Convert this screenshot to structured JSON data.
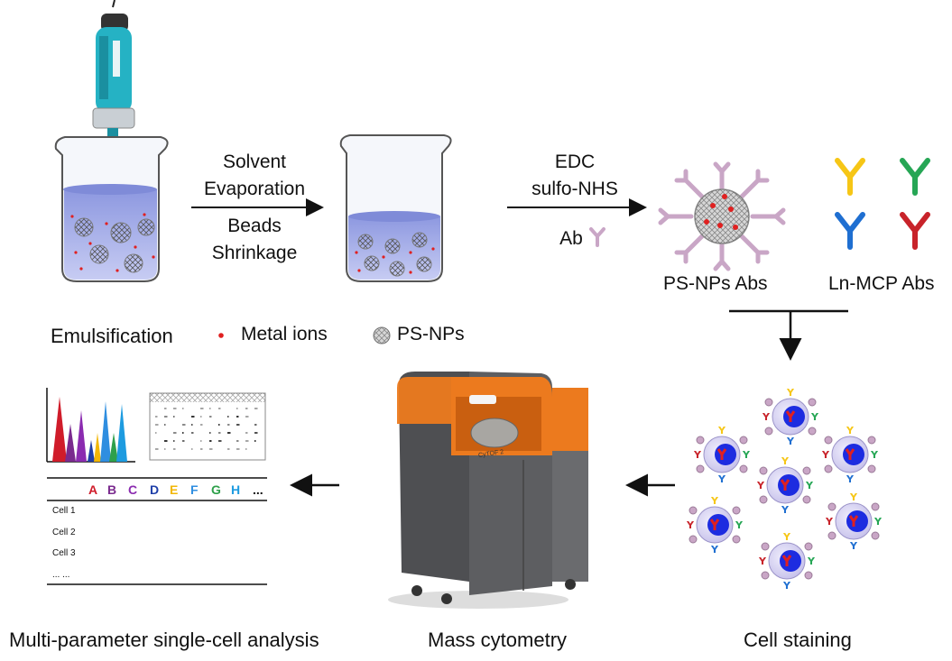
{
  "steps": {
    "evaporation": [
      "Solvent",
      "Evaporation"
    ],
    "shrinkage": [
      "Beads",
      "Shrinkage"
    ],
    "conjugation": [
      "EDC",
      "sulfo-NHS"
    ],
    "ab": "Ab"
  },
  "legend": {
    "emulsification": "Emulsification",
    "metal_ions": "Metal ions",
    "ps_nps": "PS-NPs"
  },
  "products": {
    "ps_nps_abs": "PS-NPs Abs",
    "ln_mcp_abs": "Ln-MCP Abs"
  },
  "stages": {
    "analysis": "Multi-parameter single-cell analysis",
    "mass_cytometry": "Mass cytometry",
    "cell_staining": "Cell staining"
  },
  "instrument_label": "CyTOF 2",
  "table": {
    "columns": [
      "A",
      "B",
      "C",
      "D",
      "E",
      "F",
      "G",
      "H",
      "..."
    ],
    "column_colors": [
      "#d01c2a",
      "#7a2a8e",
      "#8b2bb0",
      "#1f3fa8",
      "#f2b705",
      "#2f8ee0",
      "#2ea04a",
      "#1d9be0",
      "#111111"
    ],
    "rows": [
      "Cell 1",
      "Cell 2",
      "Cell 3",
      "... ..."
    ]
  },
  "colors": {
    "antibody_pink": "#c9a6c6",
    "metal_red": "#e02020",
    "beaker_liquid": "#9da8e6",
    "instrument_orange": "#ec7a1e",
    "instrument_gray": "#5d5e61",
    "cell_blue": "#1d2ce0",
    "ln_yellow": "#f6c616",
    "ln_green": "#26a655",
    "ln_blue": "#1f6fd1",
    "ln_red": "#c8232a"
  },
  "icons": [
    "homogenizer-icon",
    "beaker-icon",
    "nanoparticle-icon",
    "antibody-icon",
    "cell-icon",
    "mass-cytometer-icon",
    "spectrum-chart-icon",
    "heatmap-icon"
  ]
}
